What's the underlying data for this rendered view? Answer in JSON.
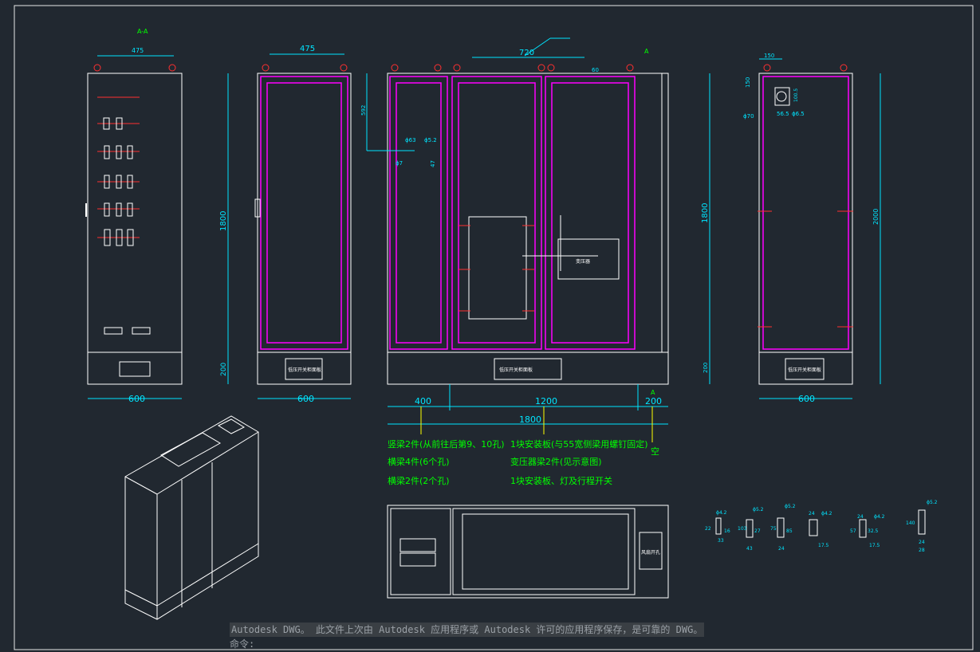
{
  "labels": {
    "section": "A-A",
    "arrow_a": "A",
    "dim_475_left": "475",
    "dim_475": "475",
    "dim_720": "720",
    "dim_60": "60",
    "dim_592": "592",
    "dim_150a": "150",
    "dim_150b": "150",
    "dim_1800_left": "1800",
    "dim_1800_right": "1800",
    "dim_2000": "2000",
    "dim_200_left": "200",
    "dim_200_right": "200",
    "dim_600_a": "600",
    "dim_600_b": "600",
    "dim_600_c": "600",
    "dim_400": "400",
    "dim_1200": "1200",
    "dim_200_bottom": "200",
    "dim_1800_bottom": "1800",
    "phi_63": "ϕ63",
    "phi_52": "ϕ5.2",
    "phi_7": "ϕ7",
    "dim_47": "47",
    "phi_70": "ϕ70",
    "phi_65": "ϕ6.5",
    "dim_565": "56.5",
    "dim_1005": "100.5",
    "plate_label": "风扇开孔",
    "nameplate": "低压开关柜面板",
    "transformer_label": "变压器"
  },
  "notes": [
    "竖梁2件(从前往后第9、10孔)",
    "横梁4件(6个孔)",
    "横梁2件(2个孔)",
    "1块安装板(与55宽侧梁用螺钉固定)",
    "变压器梁2件(见示意图)",
    "1块安装板、灯及行程开关",
    "空"
  ],
  "details": {
    "d1": [
      "ϕ4.2",
      "22",
      "16",
      "33"
    ],
    "d2": [
      "ϕ5.2",
      "103",
      "27",
      "43"
    ],
    "d3": [
      "ϕ5.2",
      "75",
      "85",
      "24"
    ],
    "d4": [
      "24",
      "ϕ4.2",
      "17.5"
    ],
    "d5": [
      "24",
      "ϕ4.2",
      "57",
      "32.5",
      "17.5"
    ],
    "d6": [
      "ϕ5.2",
      "140",
      "24",
      "28"
    ]
  },
  "command": {
    "message": "Autodesk DWG。  此文件上次由 Autodesk 应用程序或 Autodesk 许可的应用程序保存，是可靠的 DWG。",
    "prompt": "命令:"
  },
  "colors": {
    "background": "#212830",
    "line": "#ffffff",
    "dimension": "#00e5ff",
    "accent": "#ff00ff",
    "note": "#00ff00",
    "red": "#ff2020",
    "yellow": "#ffff00"
  }
}
